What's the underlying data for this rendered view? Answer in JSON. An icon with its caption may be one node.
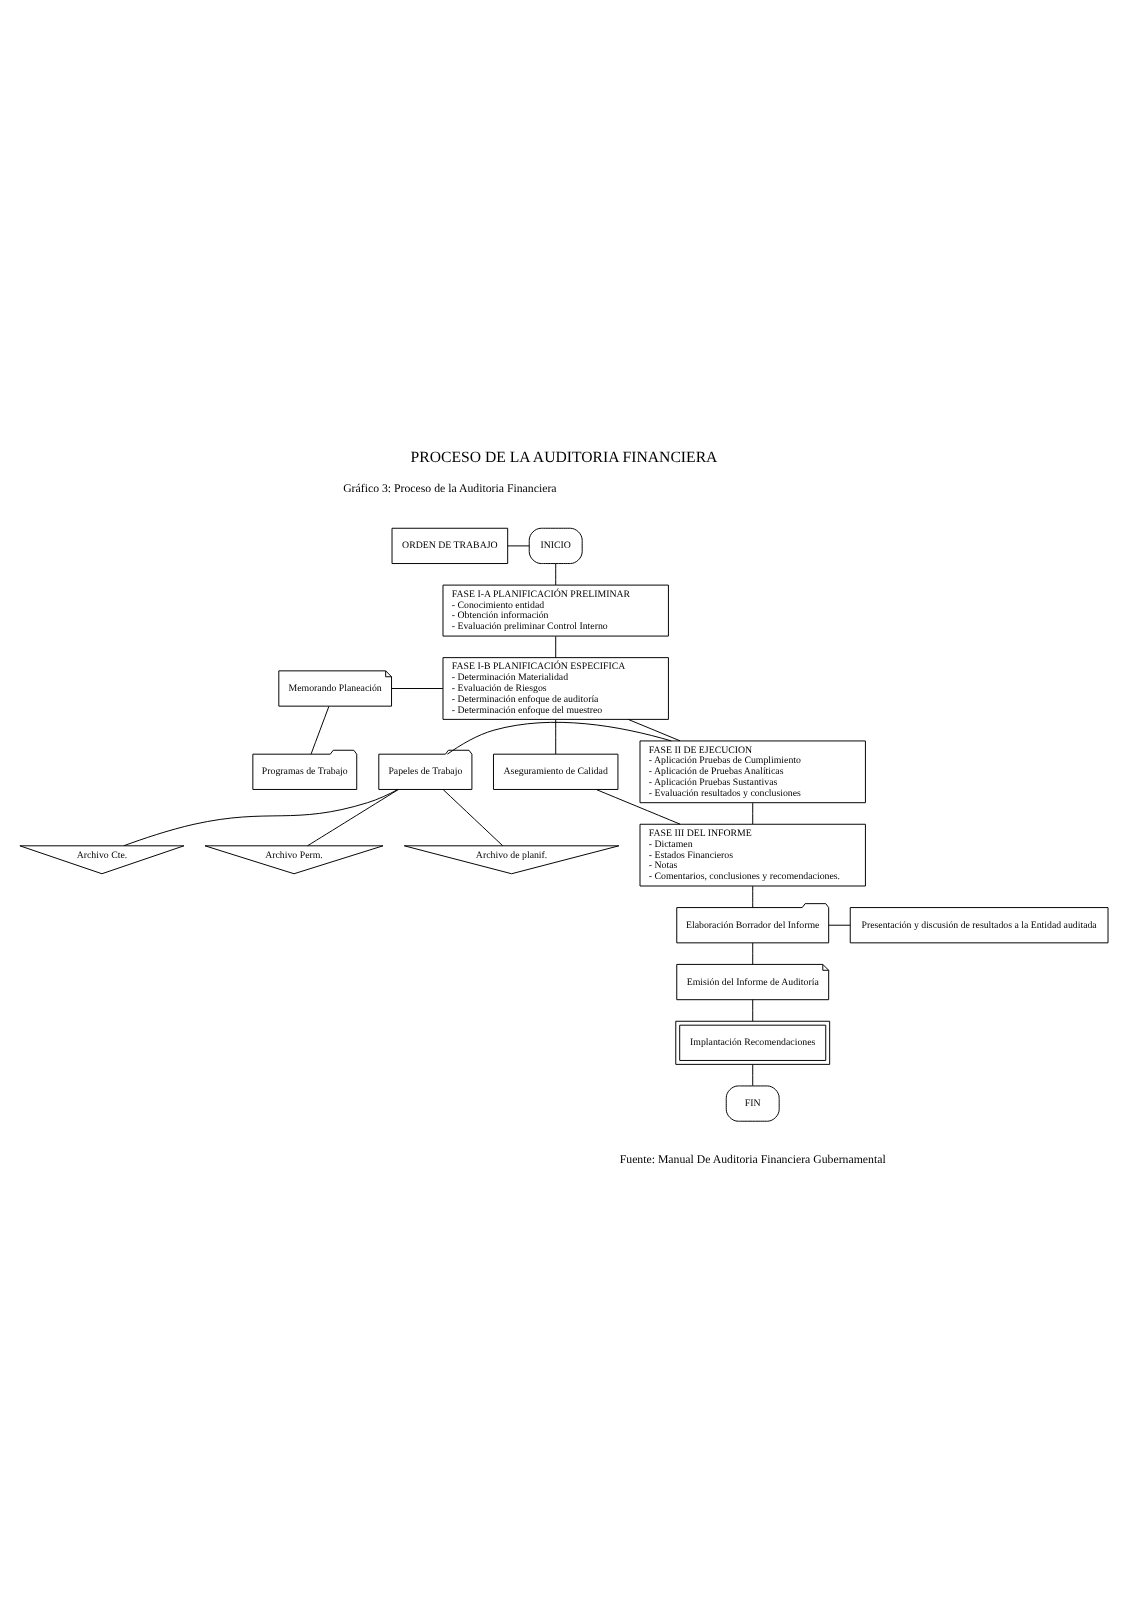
{
  "diagram": {
    "title": "PROCESO DE LA AUDITORIA FINANCIERA",
    "nodes": [
      {
        "text": [
          "ORDEN DE TRABAJO"
        ]
      },
      {
        "text": [
          "INICIO"
        ]
      },
      {
        "text": [
          "FASE I-A PLANIFICACIÓN PRELIMINAR",
          "- Conocimiento entidad",
          "- Obtención información",
          "- Evaluación preliminar Control Interno"
        ]
      },
      {
        "text": [
          "FASE I-B PLANIFICACIÓN ESPECIFICA",
          "- Determinación Materialidad",
          "- Evaluación de Riesgos",
          "- Determinación enfoque de auditoría",
          "- Determinación enfoque del muestreo"
        ]
      },
      {
        "text": [
          "Memorando Planeación"
        ]
      },
      {
        "text": [
          "Programas de Trabajo"
        ]
      },
      {
        "text": [
          "Papeles de Trabajo"
        ]
      },
      {
        "text": [
          "FASE II DE EJECUCION",
          "- Aplicación Pruebas de Cumplimiento",
          "- Aplicación de Pruebas Analíticas",
          "- Aplicación Pruebas Sustantivas",
          "- Evaluación resultados y conclusiones"
        ]
      },
      {
        "text": [
          "Aseguramiento de Calidad"
        ]
      },
      {
        "text": [
          "FASE III DEL INFORME",
          "- Dictamen",
          "- Estados Financieros",
          "- Notas",
          "- Comentarios, conclusiones y recomendaciones."
        ]
      },
      {
        "text": [
          "Archivo Cte."
        ]
      },
      {
        "text": [
          "Archivo Perm."
        ]
      },
      {
        "text": [
          "Archivo de planif."
        ]
      },
      {
        "text": [
          "Elaboración Borrador del Informe"
        ]
      },
      {
        "text": [
          "Presentación y discusión de resultados a la Entidad auditada"
        ]
      },
      {
        "text": [
          "Emisión del Informe de Auditoría"
        ]
      },
      {
        "text": [
          "Implantación Recomendaciones"
        ]
      },
      {
        "text": [
          "FIN"
        ]
      }
    ],
    "edges": [
      {
        "from": 0,
        "to": 1,
        "arrow": "none"
      },
      {
        "from": 1,
        "to": 2,
        "arrow": "none"
      },
      {
        "from": 2,
        "to": 3,
        "arrow": "none"
      },
      {
        "from": 4,
        "to": 3,
        "arrow": "none"
      },
      {
        "from": 4,
        "to": 5,
        "arrow": "none"
      },
      {
        "from": 3,
        "to": 7,
        "arrow": "none"
      },
      {
        "from": 6,
        "to": 7,
        "arrow": "none"
      },
      {
        "from": 3,
        "to": 8,
        "arrow": "none"
      },
      {
        "from": 9,
        "to": 8,
        "arrow": "none"
      },
      {
        "from": 7,
        "to": 9,
        "arrow": "none"
      },
      {
        "from": 6,
        "to": 10,
        "arrow": "none"
      },
      {
        "from": 6,
        "to": 11,
        "arrow": "none"
      },
      {
        "from": 6,
        "to": 12,
        "arrow": "none"
      },
      {
        "from": 9,
        "to": 13,
        "arrow": "none"
      },
      {
        "from": 13,
        "to": 14,
        "arrow": "none"
      },
      {
        "from": 13,
        "to": 15,
        "arrow": "none"
      },
      {
        "from": 15,
        "to": 16,
        "arrow": "none"
      },
      {
        "from": 16,
        "to": 17,
        "arrow": "none"
      }
    ],
    "labels": [
      "Gráfico 3: Proceso de la Auditoria Financiera",
      "Fuente: Manual De Auditoria Financiera Gubernamental"
    ]
  }
}
